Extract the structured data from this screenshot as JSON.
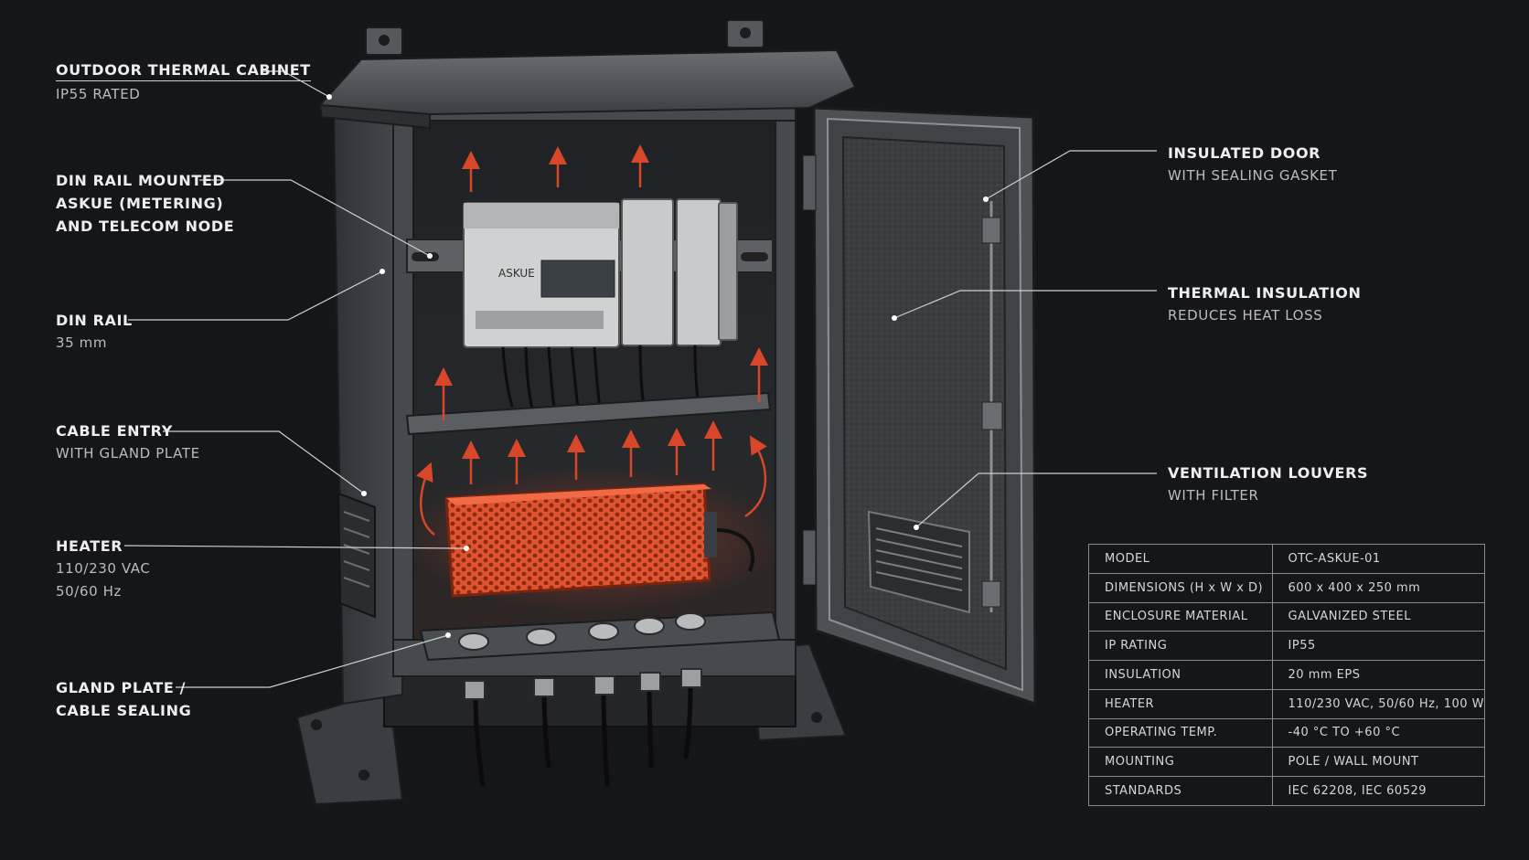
{
  "colors": {
    "background": "#141619",
    "heat": "#d8472a",
    "line": "#cfcfcf"
  },
  "labels": {
    "cabinet": {
      "title": "OUTDOOR THERMAL CABINET",
      "sub": "IP55 RATED"
    },
    "askue": {
      "title1": "DIN RAIL MOUNTED",
      "title2": "ASKUE (METERING)",
      "title3": "AND TELECOM NODE"
    },
    "din_rail": {
      "title": "DIN RAIL",
      "sub": "35 mm"
    },
    "cable": {
      "title": "CABLE ENTRY",
      "sub": "WITH GLAND PLATE"
    },
    "heater": {
      "title": "HEATER",
      "sub1": "110/230 VAC",
      "sub2": "50/60 Hz"
    },
    "gland": {
      "title1": "GLAND PLATE /",
      "title2": "CABLE SEALING"
    },
    "door": {
      "title": "INSULATED DOOR",
      "sub": "WITH SEALING GASKET"
    },
    "insulation": {
      "title": "THERMAL INSULATION",
      "sub": "REDUCES HEAT LOSS"
    },
    "louvers": {
      "title": "VENTILATION LOUVERS",
      "sub": "WITH FILTER"
    }
  },
  "meter": {
    "label": "ASKUE"
  },
  "specs": [
    {
      "key": "MODEL",
      "value": "OTC-ASKUE-01"
    },
    {
      "key": "DIMENSIONS (H x W x D)",
      "value": "600 x 400 x 250 mm"
    },
    {
      "key": "ENCLOSURE MATERIAL",
      "value": "GALVANIZED STEEL"
    },
    {
      "key": "IP RATING",
      "value": "IP55"
    },
    {
      "key": "INSULATION",
      "value": "20 mm EPS"
    },
    {
      "key": "HEATER",
      "value": "110/230 VAC, 50/60 Hz, 100 W"
    },
    {
      "key": "OPERATING TEMP.",
      "value": "-40 °C TO +60 °C"
    },
    {
      "key": "MOUNTING",
      "value": "POLE / WALL MOUNT"
    },
    {
      "key": "STANDARDS",
      "value": "IEC 62208, IEC 60529"
    }
  ]
}
